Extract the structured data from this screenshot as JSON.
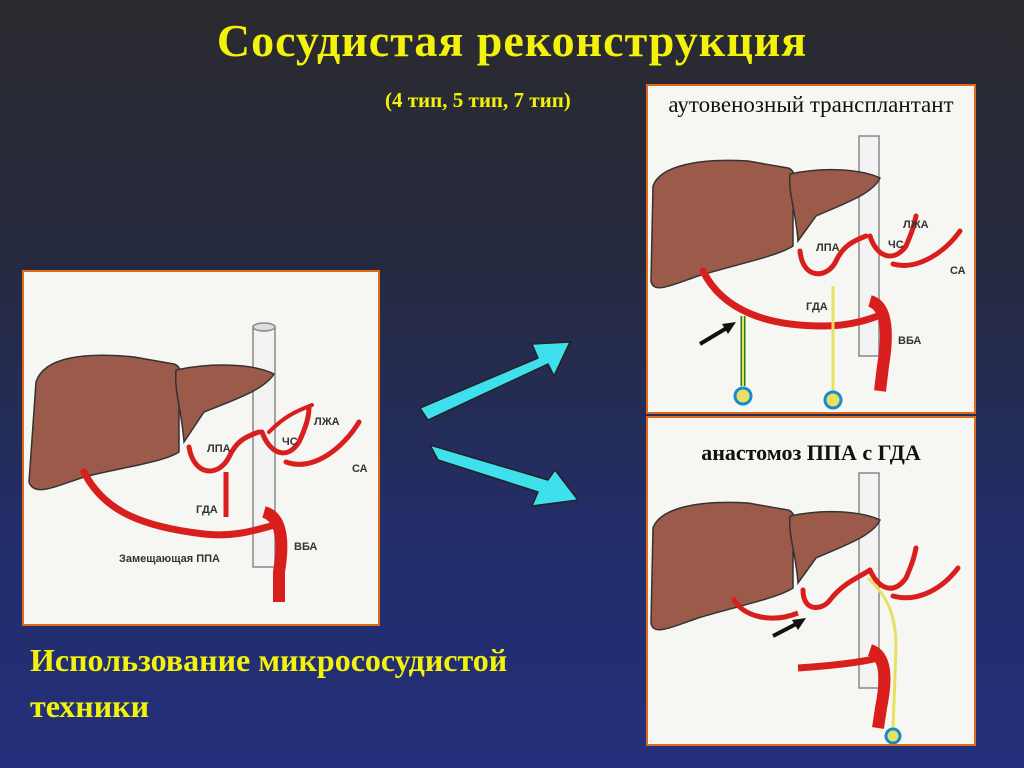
{
  "slide": {
    "title": "Сосудистая реконструкция",
    "subtitle": "(4 тип, 5 тип, 7 тип)",
    "caption": "Использование микрососудистой техники"
  },
  "left_panel": {
    "labels": {
      "lpa": "ЛПА",
      "chs": "ЧС",
      "lzha": "ЛЖА",
      "sa": "СА",
      "gda": "ГДА",
      "vba": "ВБА",
      "replacing_ppa": "Замещающая ППА"
    }
  },
  "top_right_panel": {
    "heading": "аутовенозный трансплантант",
    "labels": {
      "lzha": "ЛЖА",
      "lpa": "ЛПА",
      "chs": "ЧС",
      "sa": "СА",
      "gda": "ГДА",
      "vba": "ВБА"
    }
  },
  "bottom_right_panel": {
    "heading": "анастомоз ППА с ГДА"
  },
  "colors": {
    "title": "#f2f20a",
    "panel_border": "#e06a1c",
    "liver": "#9b5a4a",
    "artery": "#d91e1e",
    "arrow": "#3fe0ee",
    "graft": "#e8e060"
  }
}
